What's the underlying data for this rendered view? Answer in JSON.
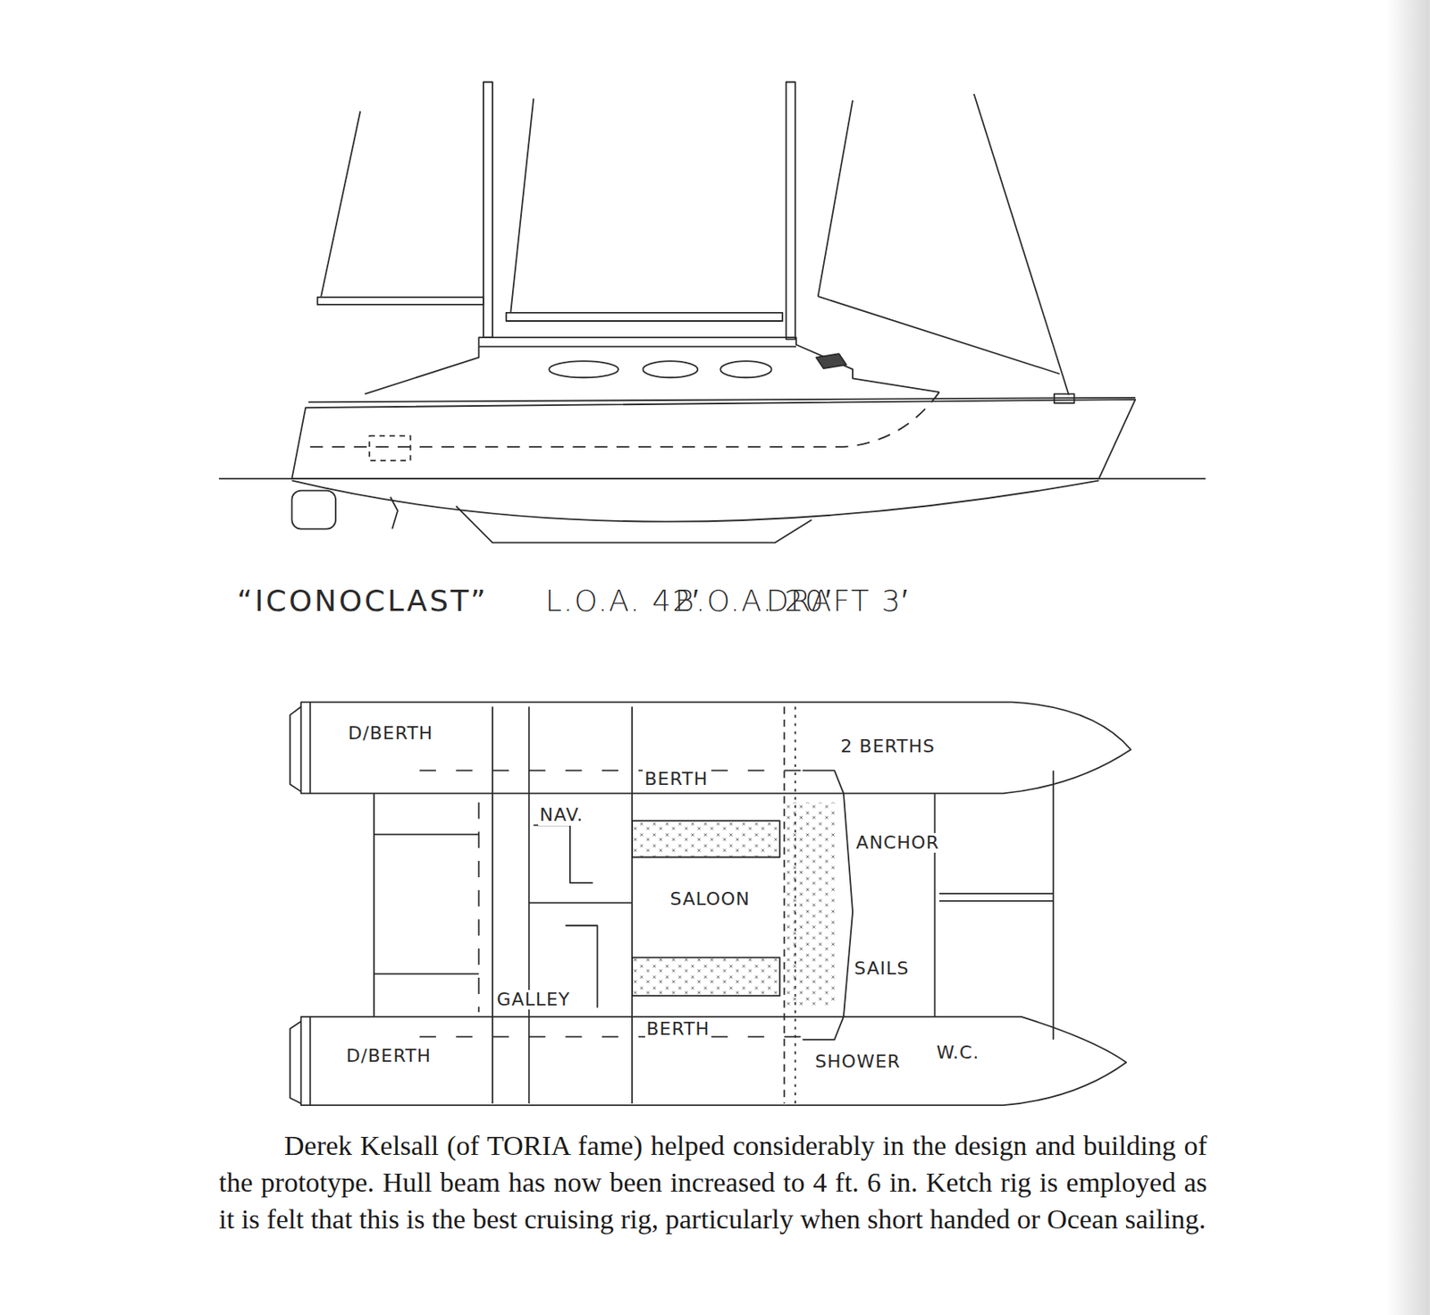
{
  "diagram": {
    "title": "“ICONOCLAST”",
    "caption": "Derek Kelsall (of TORIA fame) helped considerably in the design and building of the prototype. Hull beam has now been increased to 4 ft. 6 in. Ketch rig is employed as it is felt that this is the best cruising rig, particularly when short handed or Ocean sailing.",
    "labels": [
      "L.O.A. 42′",
      "B.O.A. 20′",
      "DRAFT 3′",
      "D/BERTH",
      "2 BERTHS",
      "BERTH",
      "NAV.",
      "ANCHOR",
      "SALOON",
      "SAILS",
      "GALLEY",
      "BERTH",
      "D/BERTH",
      "SHOWER",
      "W.C."
    ]
  }
}
